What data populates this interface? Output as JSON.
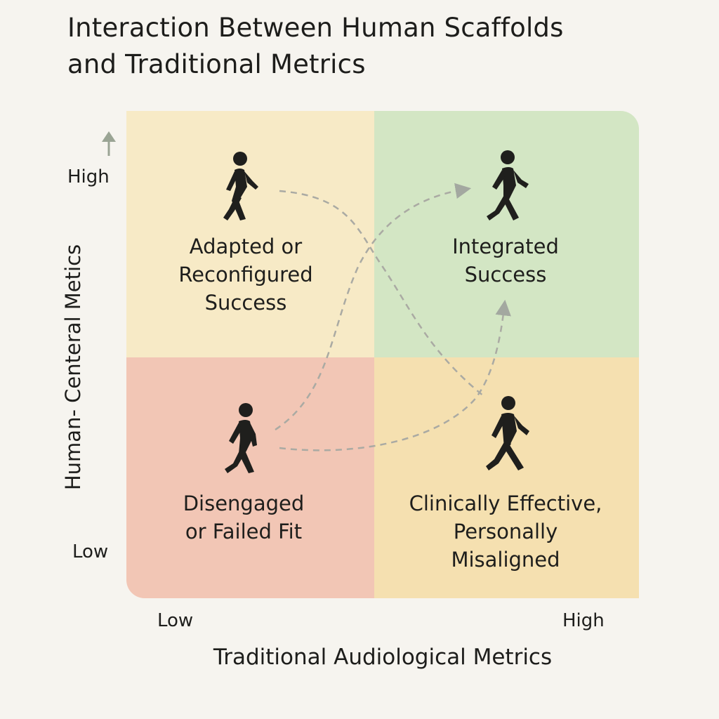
{
  "title": {
    "line1": "Interaction Between Human Scaffolds",
    "line2": "and Traditional Metrics"
  },
  "axes": {
    "y_title": "Human- Centeral Metics",
    "y_high": "High",
    "y_low": "Low",
    "x_title": "Traditional Audiological Metrics",
    "x_low": "Low",
    "x_high": "High"
  },
  "quadrants": {
    "top_left": {
      "lines": [
        "Adapted or",
        "Reconfigured",
        "Success"
      ],
      "color": "#f7eac6"
    },
    "top_right": {
      "lines": [
        "Integrated",
        "Success"
      ],
      "color": "#d3e6c4"
    },
    "bottom_left": {
      "lines": [
        "Disengaged",
        "or Failed Fit"
      ],
      "color": "#f2c6b5"
    },
    "bottom_right": {
      "lines": [
        "Clinically Effective,",
        "Personally",
        "Misaligned"
      ],
      "color": "#f5e0b0"
    }
  },
  "icons": {
    "person": "walking-person-icon",
    "arrow": "arrow-up-icon"
  },
  "colors": {
    "background": "#f6f4ef",
    "path_line": "#a9a9a2",
    "arrow": "#8f9a8a",
    "figure": "#1f1f1d"
  }
}
